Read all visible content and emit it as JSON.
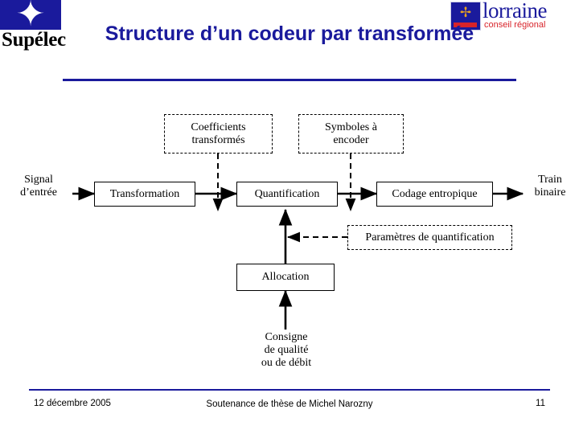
{
  "header": {
    "title": "Structure d’un codeur par transformée",
    "logo_left": {
      "name": "Supélec",
      "star_icon": "star-icon"
    },
    "logo_right": {
      "name": "lorraine",
      "subtitle": "conseil régional",
      "emblem_icon": "lorraine-crest-icon"
    }
  },
  "diagram": {
    "nodes": [
      {
        "id": "signal-entree",
        "label": "Signal\nd’entrée",
        "type": "text"
      },
      {
        "id": "transformation",
        "label": "Transformation",
        "type": "box"
      },
      {
        "id": "quantification",
        "label": "Quantification",
        "type": "box"
      },
      {
        "id": "codage-entropique",
        "label": "Codage entropique",
        "type": "box"
      },
      {
        "id": "train-binaire",
        "label": "Train\nbinaire",
        "type": "text"
      },
      {
        "id": "coefficients-transformes",
        "label": "Coefficients\ntransformés",
        "type": "box-dashed"
      },
      {
        "id": "symboles-a-encoder",
        "label": "Symboles à\nencoder",
        "type": "box-dashed"
      },
      {
        "id": "parametres-de-quantification",
        "label": "Paramètres de quantification",
        "type": "box-dashed"
      },
      {
        "id": "allocation",
        "label": "Allocation",
        "type": "box"
      },
      {
        "id": "consigne",
        "label": "Consigne\nde qualité\nou de débit",
        "type": "text"
      }
    ]
  },
  "footer": {
    "date": "12 décembre 2005",
    "center": "Soutenance de thèse de Michel Narozny",
    "page": "11"
  },
  "colors": {
    "accent": "#1a1a9c",
    "red": "#d8232a",
    "gold": "#e8a020"
  }
}
